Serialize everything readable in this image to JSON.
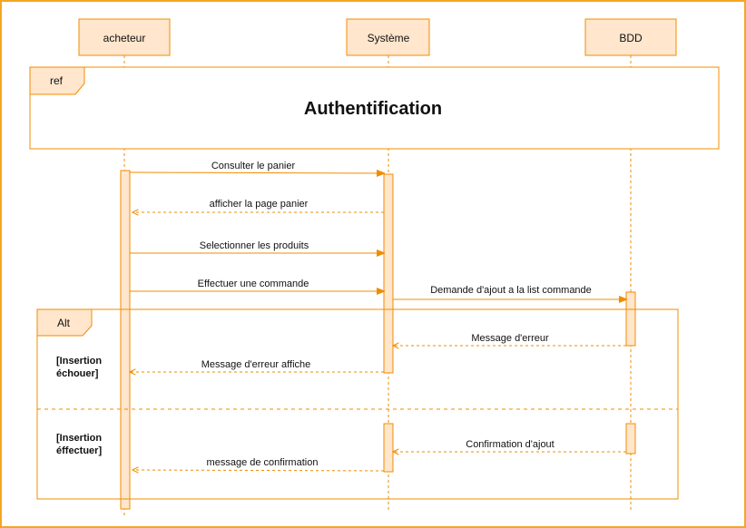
{
  "colors": {
    "accent": "#f08c00",
    "box_fill": "#ffe6cc",
    "border": "#f5a623",
    "text": "#111111"
  },
  "participants": [
    {
      "id": "acheteur",
      "label": "acheteur"
    },
    {
      "id": "systeme",
      "label": "Système"
    },
    {
      "id": "bdd",
      "label": "BDD"
    }
  ],
  "ref_frame": {
    "tag": "ref",
    "title": "Authentification"
  },
  "alt_frame": {
    "tag": "Alt",
    "guards": [
      {
        "line1": "[Insertion",
        "line2": "échouer]"
      },
      {
        "line1": "[Insertion",
        "line2": "éffectuer]"
      }
    ]
  },
  "messages": [
    {
      "id": "m1",
      "label": "Consulter le panier",
      "from": "acheteur",
      "to": "systeme",
      "kind": "sync"
    },
    {
      "id": "m2",
      "label": "afficher la page panier",
      "from": "systeme",
      "to": "acheteur",
      "kind": "return"
    },
    {
      "id": "m3",
      "label": "Selectionner les produits",
      "from": "acheteur",
      "to": "systeme",
      "kind": "sync"
    },
    {
      "id": "m4",
      "label": "Effectuer une commande",
      "from": "acheteur",
      "to": "systeme",
      "kind": "sync"
    },
    {
      "id": "m5",
      "label": "Demande d'ajout a la list commande",
      "from": "systeme",
      "to": "bdd",
      "kind": "sync"
    },
    {
      "id": "m6",
      "label": "Message d'erreur",
      "from": "bdd",
      "to": "systeme",
      "kind": "return"
    },
    {
      "id": "m7",
      "label": "Message d'erreur affiche",
      "from": "systeme",
      "to": "acheteur",
      "kind": "return"
    },
    {
      "id": "m8",
      "label": "Confirmation d'ajout",
      "from": "bdd",
      "to": "systeme",
      "kind": "return"
    },
    {
      "id": "m9",
      "label": "message de confirmation",
      "from": "systeme",
      "to": "acheteur",
      "kind": "return"
    }
  ]
}
